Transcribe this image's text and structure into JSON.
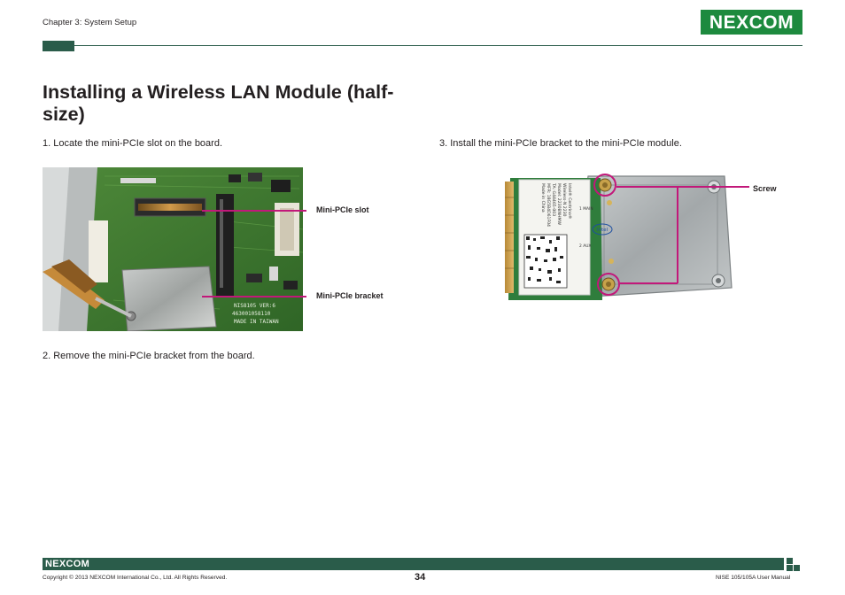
{
  "header": {
    "chapter": "Chapter 3: System Setup",
    "logo_text": "NEXCOM"
  },
  "title": "Installing a Wireless LAN Module (half-size)",
  "steps": [
    "1. Locate the mini-PCIe slot on the board.",
    "2. Remove the mini-PCIe bracket from the board.",
    "3. Install the mini-PCIe bracket to the mini-PCIe module."
  ],
  "figure1": {
    "labels": [
      "Mini-PCIe slot",
      "Mini-PCIe bracket"
    ],
    "board_text": [
      "NIS8105 VER:6",
      "463001058110",
      "MADE IN TAIWAN"
    ]
  },
  "figure2": {
    "label": "Screw",
    "card_text": [
      "Intel® Centrino®",
      "Wireless-N 2230",
      "Model: 2230BNHMW",
      "TA: G44465-003",
      "MFR: 18G5B4D61F04",
      "Made in China"
    ],
    "antenna_labels": [
      "1 MAIN",
      "2 AUX"
    ],
    "chip_text": "intel"
  },
  "footer": {
    "logo_text": "NEXCOM",
    "copyright": "Copyright © 2013 NEXCOM International Co., Ltd. All Rights Reserved.",
    "page": "34",
    "manual": "NISE 105/105A User Manual"
  },
  "colors": {
    "brand_green": "#1d8a3e",
    "rule_green": "#2a5c4a",
    "callout_magenta": "#c2187a"
  }
}
